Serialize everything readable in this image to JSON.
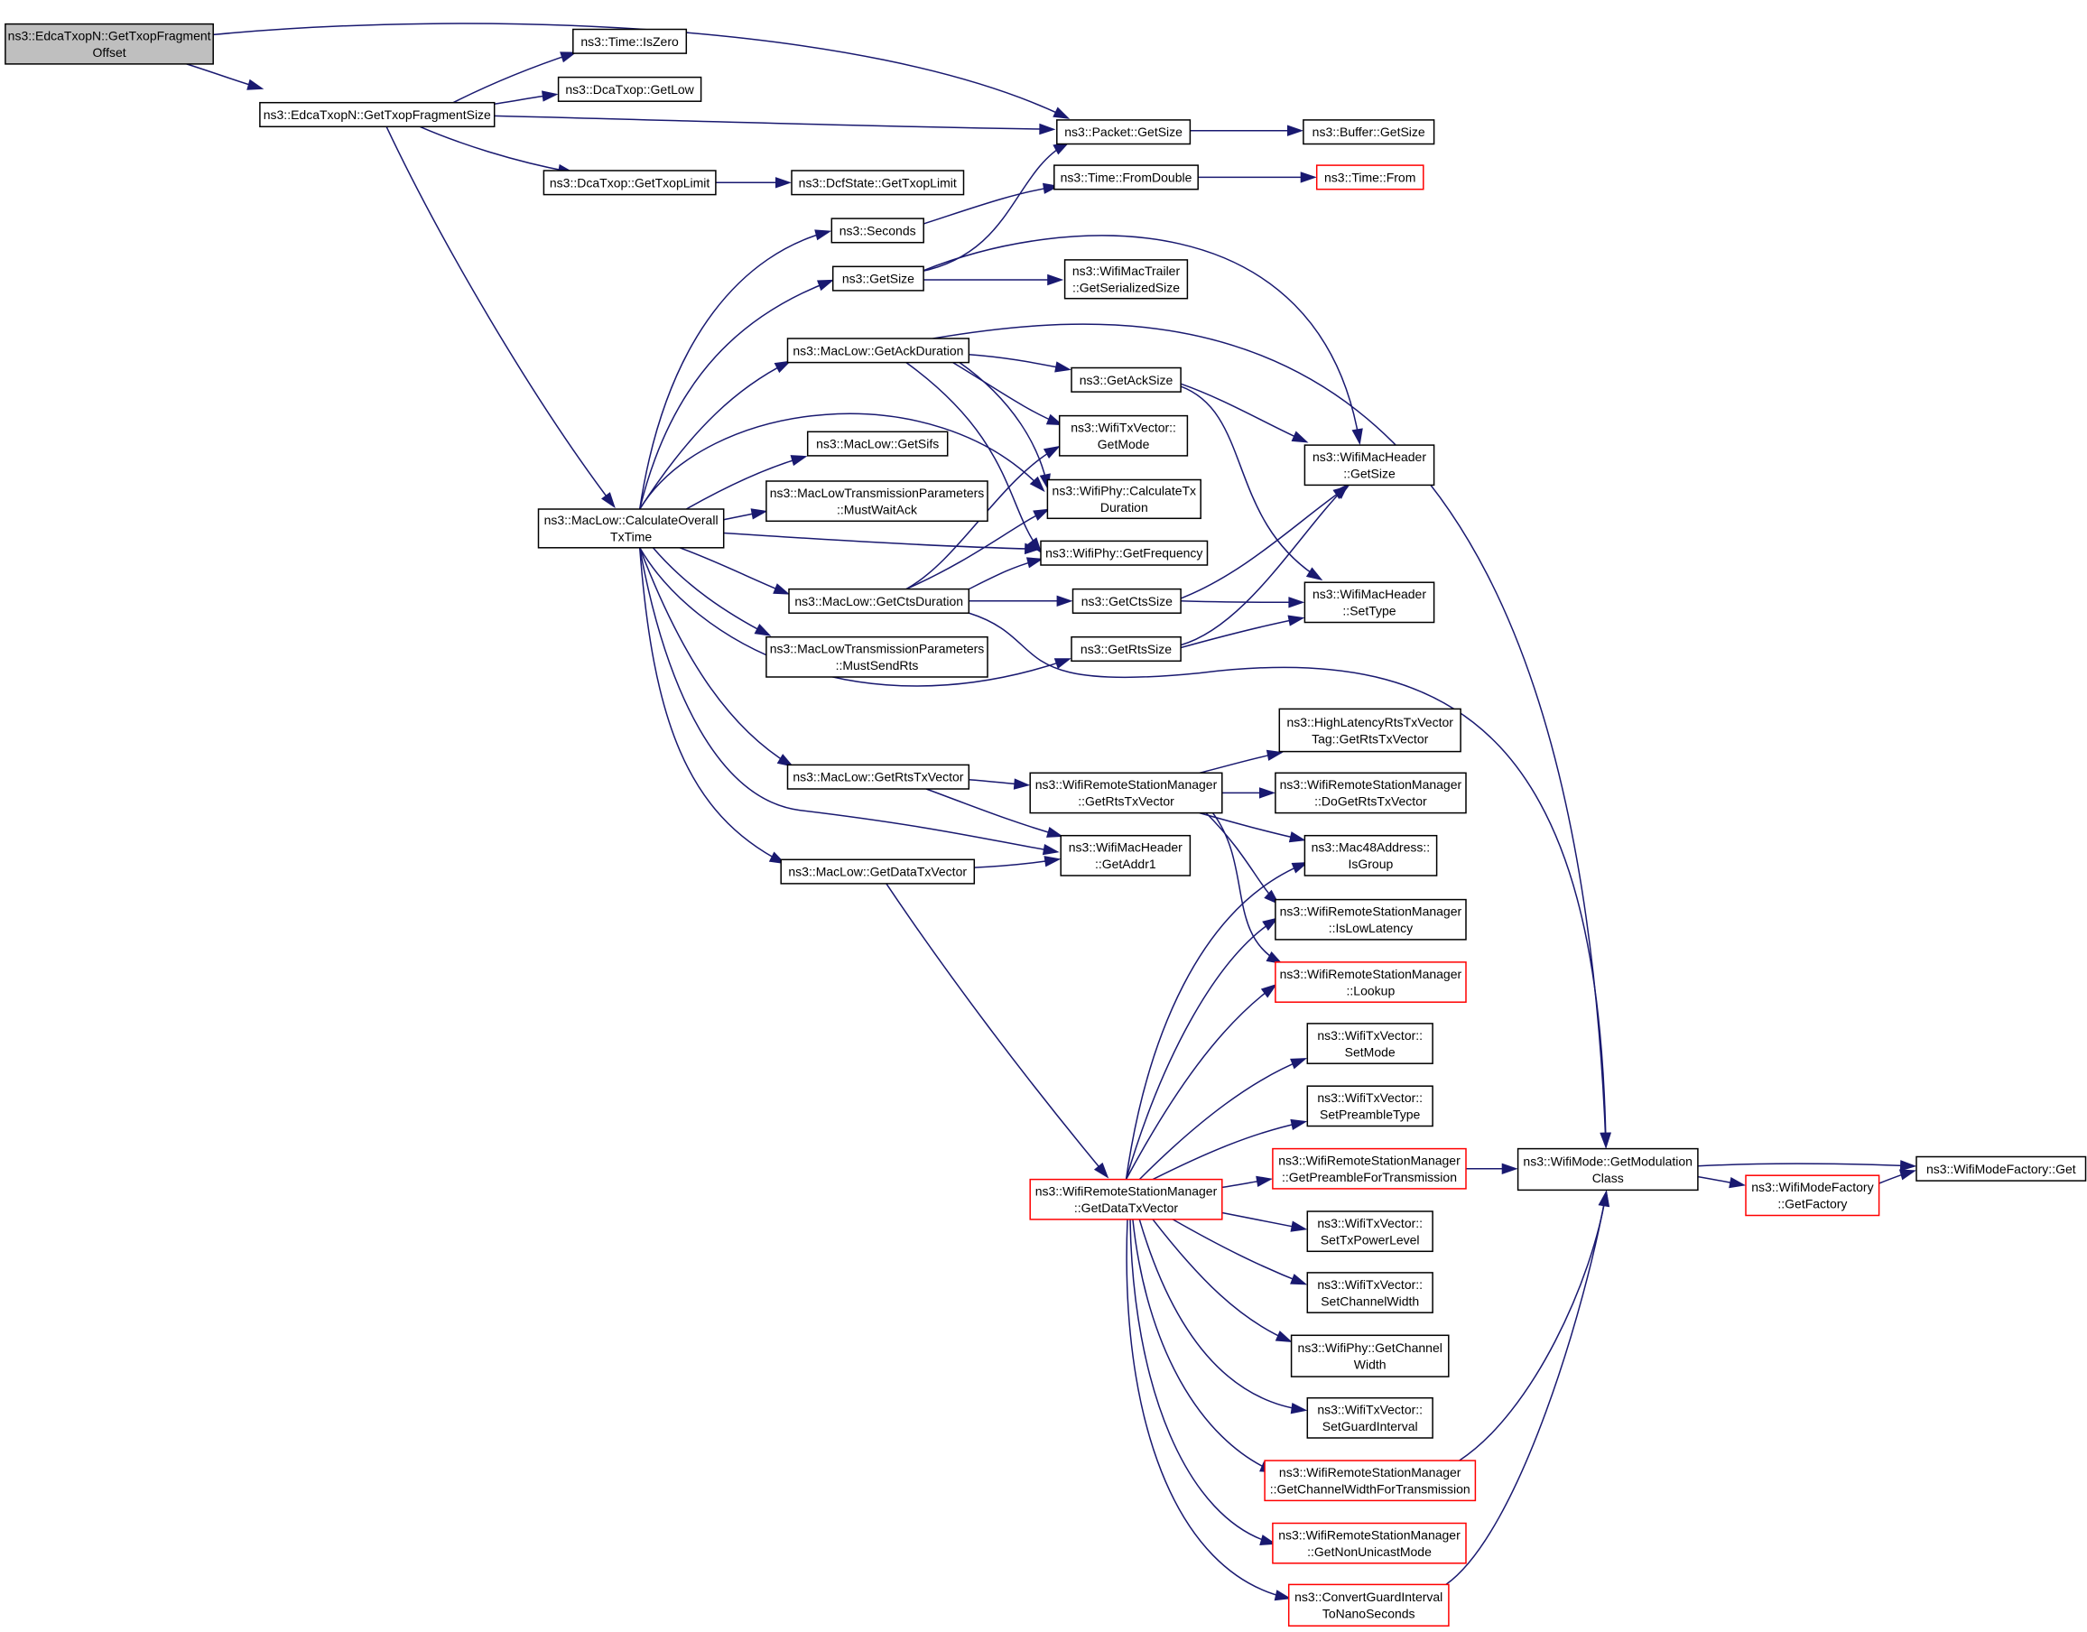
{
  "graph": {
    "colors": {
      "edge": "#191970",
      "node_border": "#000000",
      "truncated_border": "#ff0000",
      "root_fill": "#bfbfbf"
    },
    "nodes": [
      {
        "id": "root",
        "lines": [
          "ns3::EdcaTxopN::GetTxopFragment",
          "Offset"
        ],
        "style": "highlight"
      },
      {
        "id": "fragsize",
        "lines": [
          "ns3::EdcaTxopN::GetTxopFragmentSize"
        ]
      },
      {
        "id": "iszero",
        "lines": [
          "ns3::Time::IsZero"
        ]
      },
      {
        "id": "getlow",
        "lines": [
          "ns3::DcaTxop::GetLow"
        ]
      },
      {
        "id": "packetsize",
        "lines": [
          "ns3::Packet::GetSize"
        ]
      },
      {
        "id": "buffersize",
        "lines": [
          "ns3::Buffer::GetSize"
        ]
      },
      {
        "id": "dcatxoplimit",
        "lines": [
          "ns3::DcaTxop::GetTxopLimit"
        ]
      },
      {
        "id": "dcftxoplimit",
        "lines": [
          "ns3::DcfState::GetTxopLimit"
        ]
      },
      {
        "id": "fromdouble",
        "lines": [
          "ns3::Time::FromDouble"
        ]
      },
      {
        "id": "timefrom",
        "lines": [
          "ns3::Time::From"
        ],
        "style": "truncated"
      },
      {
        "id": "seconds",
        "lines": [
          "ns3::Seconds"
        ]
      },
      {
        "id": "getsize",
        "lines": [
          "ns3::GetSize"
        ]
      },
      {
        "id": "trailersize",
        "lines": [
          "ns3::WifiMacTrailer",
          "::GetSerializedSize"
        ]
      },
      {
        "id": "ackduration",
        "lines": [
          "ns3::MacLow::GetAckDuration"
        ]
      },
      {
        "id": "acksize",
        "lines": [
          "ns3::GetAckSize"
        ]
      },
      {
        "id": "getmode",
        "lines": [
          "ns3::WifiTxVector::",
          "GetMode"
        ]
      },
      {
        "id": "headergetsize",
        "lines": [
          "ns3::WifiMacHeader",
          "::GetSize"
        ]
      },
      {
        "id": "getsifs",
        "lines": [
          "ns3::MacLow::GetSifs"
        ]
      },
      {
        "id": "calctx",
        "lines": [
          "ns3::WifiPhy::CalculateTx",
          "Duration"
        ]
      },
      {
        "id": "mustwaitack",
        "lines": [
          "ns3::MacLowTransmissionParameters",
          "::MustWaitAck"
        ]
      },
      {
        "id": "overall",
        "lines": [
          "ns3::MacLow::CalculateOverall",
          "TxTime"
        ]
      },
      {
        "id": "frequency",
        "lines": [
          "ns3::WifiPhy::GetFrequency"
        ]
      },
      {
        "id": "ctsduration",
        "lines": [
          "ns3::MacLow::GetCtsDuration"
        ]
      },
      {
        "id": "ctssize",
        "lines": [
          "ns3::GetCtsSize"
        ]
      },
      {
        "id": "settype",
        "lines": [
          "ns3::WifiMacHeader",
          "::SetType"
        ]
      },
      {
        "id": "mustsendrts",
        "lines": [
          "ns3::MacLowTransmissionParameters",
          "::MustSendRts"
        ]
      },
      {
        "id": "rtssize",
        "lines": [
          "ns3::GetRtsSize"
        ]
      },
      {
        "id": "hlrts",
        "lines": [
          "ns3::HighLatencyRtsTxVector",
          "Tag::GetRtsTxVector"
        ]
      },
      {
        "id": "maclowrtsvec",
        "lines": [
          "ns3::MacLow::GetRtsTxVector"
        ]
      },
      {
        "id": "wrsmrtsvec",
        "lines": [
          "ns3::WifiRemoteStationManager",
          "::GetRtsTxVector"
        ]
      },
      {
        "id": "dogetrts",
        "lines": [
          "ns3::WifiRemoteStationManager",
          "::DoGetRtsTxVector"
        ]
      },
      {
        "id": "isgroup",
        "lines": [
          "ns3::Mac48Address::",
          "IsGroup"
        ]
      },
      {
        "id": "getaddr1",
        "lines": [
          "ns3::WifiMacHeader",
          "::GetAddr1"
        ]
      },
      {
        "id": "maclowdatavec",
        "lines": [
          "ns3::MacLow::GetDataTxVector"
        ]
      },
      {
        "id": "islowlatency",
        "lines": [
          "ns3::WifiRemoteStationManager",
          "::IsLowLatency"
        ]
      },
      {
        "id": "lookup",
        "lines": [
          "ns3::WifiRemoteStationManager",
          "::Lookup"
        ],
        "style": "truncated"
      },
      {
        "id": "setmode",
        "lines": [
          "ns3::WifiTxVector::",
          "SetMode"
        ]
      },
      {
        "id": "setpreamble",
        "lines": [
          "ns3::WifiTxVector::",
          "SetPreambleType"
        ]
      },
      {
        "id": "getpreamble",
        "lines": [
          "ns3::WifiRemoteStationManager",
          "::GetPreambleForTransmission"
        ],
        "style": "truncated"
      },
      {
        "id": "modclass",
        "lines": [
          "ns3::WifiMode::GetModulation",
          "Class"
        ]
      },
      {
        "id": "factoryget",
        "lines": [
          "ns3::WifiModeFactory::Get"
        ]
      },
      {
        "id": "getfactory",
        "lines": [
          "ns3::WifiModeFactory",
          "::GetFactory"
        ],
        "style": "truncated"
      },
      {
        "id": "wrsmdatavec",
        "lines": [
          "ns3::WifiRemoteStationManager",
          "::GetDataTxVector"
        ],
        "style": "truncated"
      },
      {
        "id": "setpower",
        "lines": [
          "ns3::WifiTxVector::",
          "SetTxPowerLevel"
        ]
      },
      {
        "id": "setchannelwidth",
        "lines": [
          "ns3::WifiTxVector::",
          "SetChannelWidth"
        ]
      },
      {
        "id": "phychannelwidth",
        "lines": [
          "ns3::WifiPhy::GetChannel",
          "Width"
        ]
      },
      {
        "id": "setguard",
        "lines": [
          "ns3::WifiTxVector::",
          "SetGuardInterval"
        ]
      },
      {
        "id": "getchwidthtx",
        "lines": [
          "ns3::WifiRemoteStationManager",
          "::GetChannelWidthForTransmission"
        ],
        "style": "truncated"
      },
      {
        "id": "nonunicast",
        "lines": [
          "ns3::WifiRemoteStationManager",
          "::GetNonUnicastMode"
        ],
        "style": "truncated"
      },
      {
        "id": "convertguard",
        "lines": [
          "ns3::ConvertGuardInterval",
          "ToNanoSeconds"
        ],
        "style": "truncated"
      }
    ]
  }
}
